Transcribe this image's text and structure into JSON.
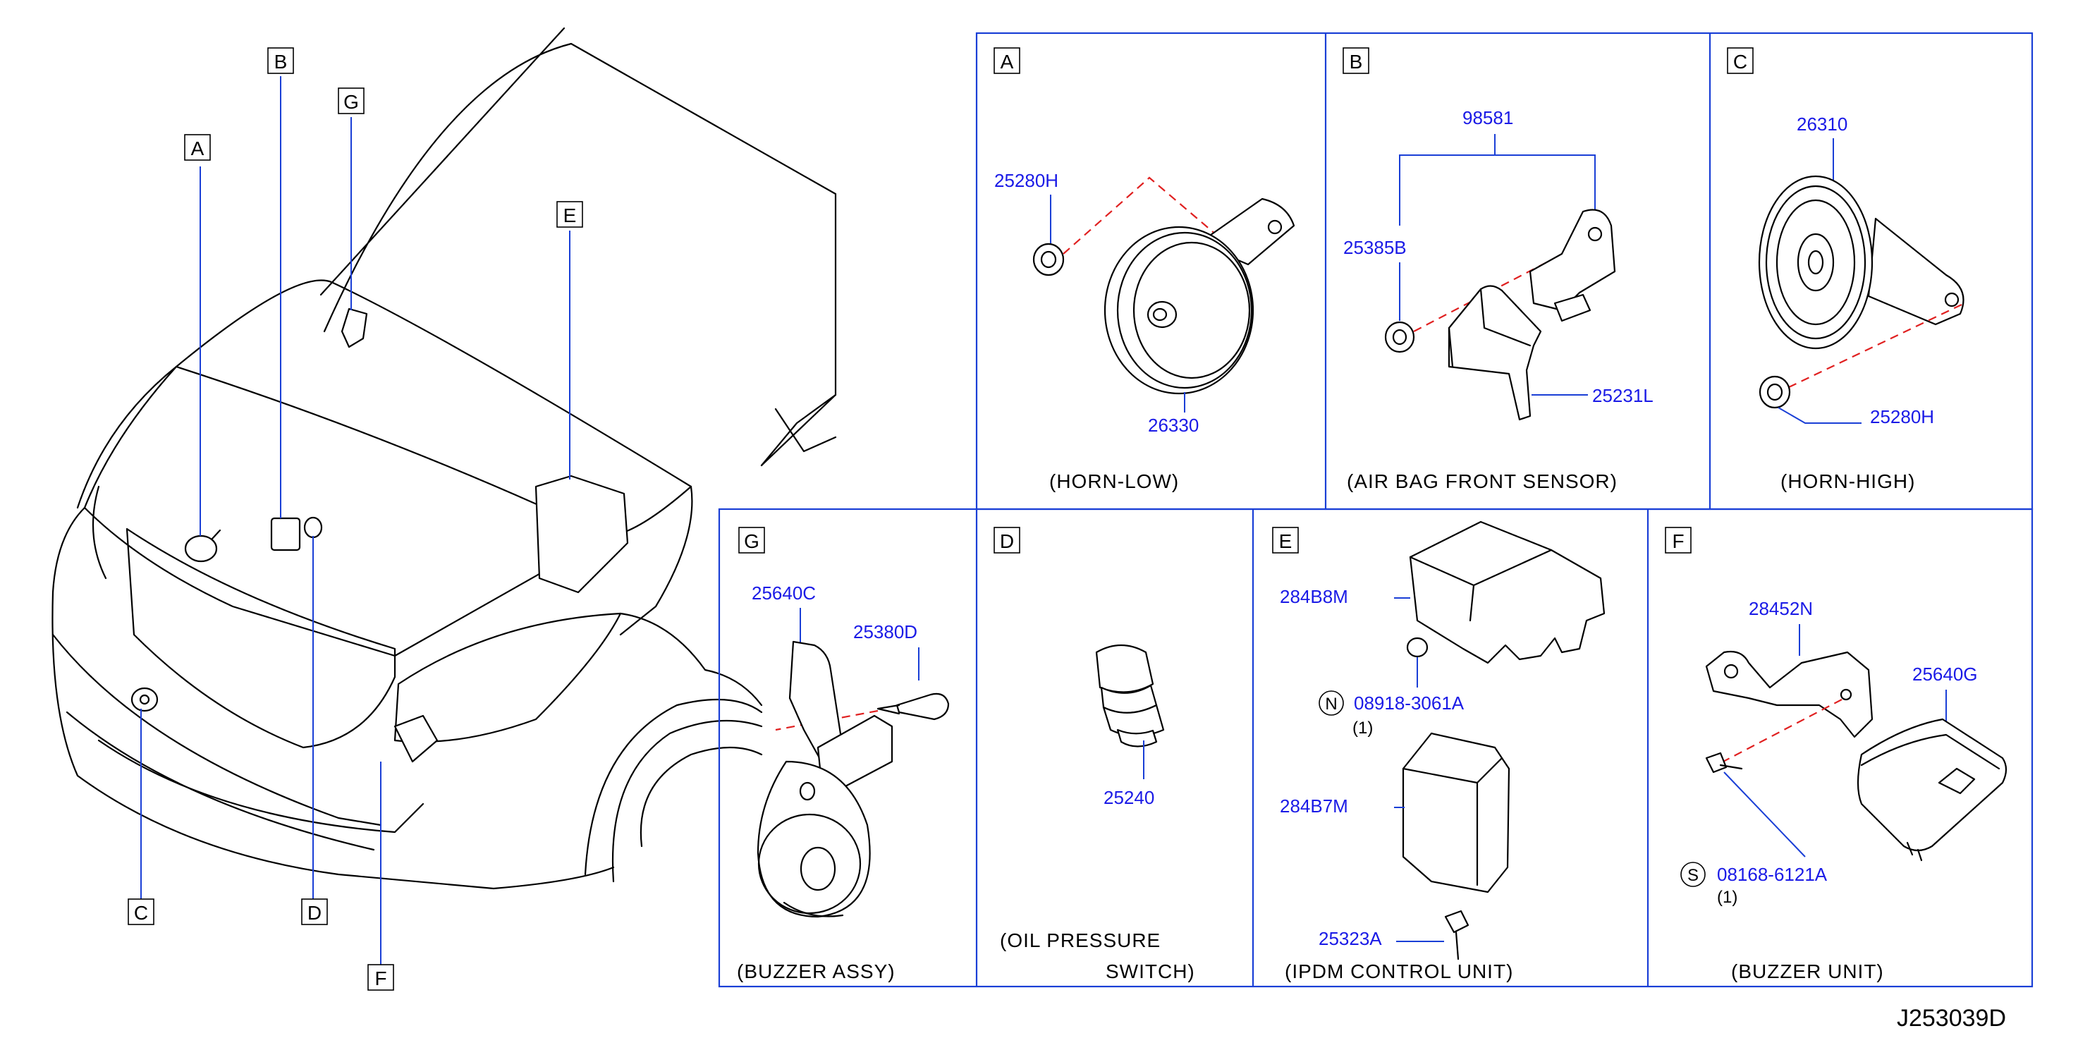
{
  "diagram_id": "J253039D",
  "overview_callouts": [
    "A",
    "B",
    "G",
    "E",
    "C",
    "D",
    "F"
  ],
  "panels": {
    "A": {
      "letter": "A",
      "caption": "(HORN-LOW)",
      "parts": {
        "nut": "25280H",
        "horn": "26330"
      }
    },
    "B": {
      "letter": "B",
      "caption": "(AIR  BAG  FRONT  SENSOR)",
      "parts": {
        "assy": "98581",
        "nut": "25385B",
        "bracket": "25231L"
      }
    },
    "C": {
      "letter": "C",
      "caption": "(HORN-HIGH)",
      "parts": {
        "horn": "26310",
        "nut": "25280H"
      }
    },
    "G": {
      "letter": "G",
      "caption": "(BUZZER  ASSY)",
      "parts": {
        "bracket": "25640C",
        "screw": "25380D"
      }
    },
    "D": {
      "letter": "D",
      "caption_line1": "(OIL  PRESSURE",
      "caption_line2": "SWITCH)",
      "parts": {
        "switch": "25240"
      }
    },
    "E": {
      "letter": "E",
      "caption": "(IPDM  CONTROL  UNIT)",
      "parts": {
        "cover": "284B8M",
        "nut": "08918-3061A",
        "nut_symbol": "N",
        "nut_qty": "(1)",
        "unit": "284B7M",
        "bolt": "25323A"
      }
    },
    "F": {
      "letter": "F",
      "caption": "(BUZZER  UNIT)",
      "parts": {
        "bracket": "28452N",
        "buzzer": "25640G",
        "bolt": "08168-6121A",
        "bolt_symbol": "S",
        "bolt_qty": "(1)"
      }
    }
  },
  "colors": {
    "callout_blue": "#1a1ae6",
    "leader_blue": "#1a3fd6",
    "dash_red": "#e02020"
  }
}
